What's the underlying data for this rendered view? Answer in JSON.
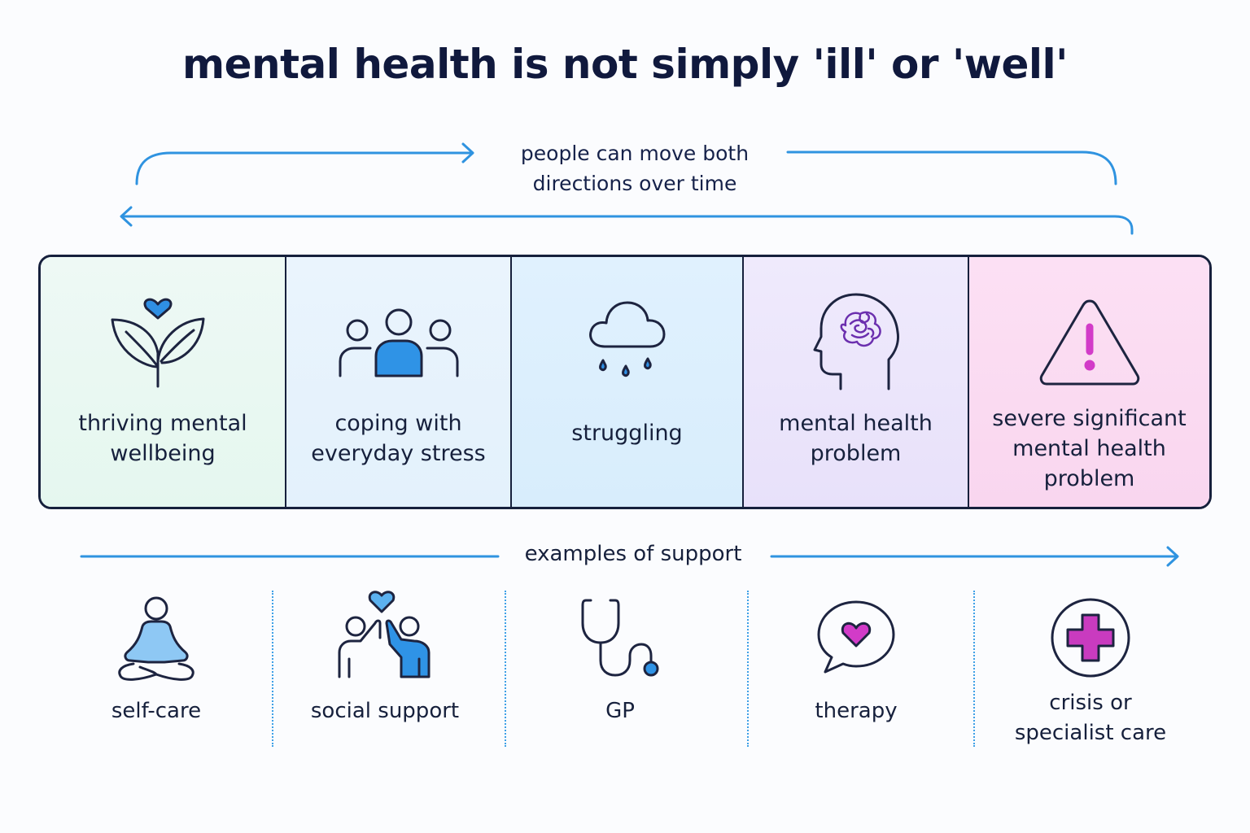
{
  "title": "mental health is not simply 'ill' or 'well'",
  "cycle_text": "people can move both directions over time",
  "continuum": [
    {
      "label": "thriving mental wellbeing",
      "icon": "heart-plant-icon",
      "bg": "#eaf8f2"
    },
    {
      "label": "coping with everyday stress",
      "icon": "people-group-icon",
      "bg": "#e6f3fc"
    },
    {
      "label": "struggling",
      "icon": "rain-cloud-icon",
      "bg": "#dcefff"
    },
    {
      "label": "mental health problem",
      "icon": "tangled-head-icon",
      "bg": "#ece7fb"
    },
    {
      "label": "severe significant mental health problem",
      "icon": "warning-triangle-icon",
      "bg": "#fadcf3"
    }
  ],
  "support_header": "examples of support",
  "supports": [
    {
      "label": "self-care",
      "icon": "meditation-icon"
    },
    {
      "label": "social support",
      "icon": "high-five-heart-icon"
    },
    {
      "label": "GP",
      "icon": "stethoscope-icon"
    },
    {
      "label": "therapy",
      "icon": "heart-speech-bubble-icon"
    },
    {
      "label": "crisis or specialist care",
      "icon": "medical-cross-icon"
    }
  ],
  "colors": {
    "accent_blue": "#2f93e0",
    "dark_navy": "#16203c",
    "purple": "#7a2bb5",
    "magenta": "#d23bc8"
  }
}
